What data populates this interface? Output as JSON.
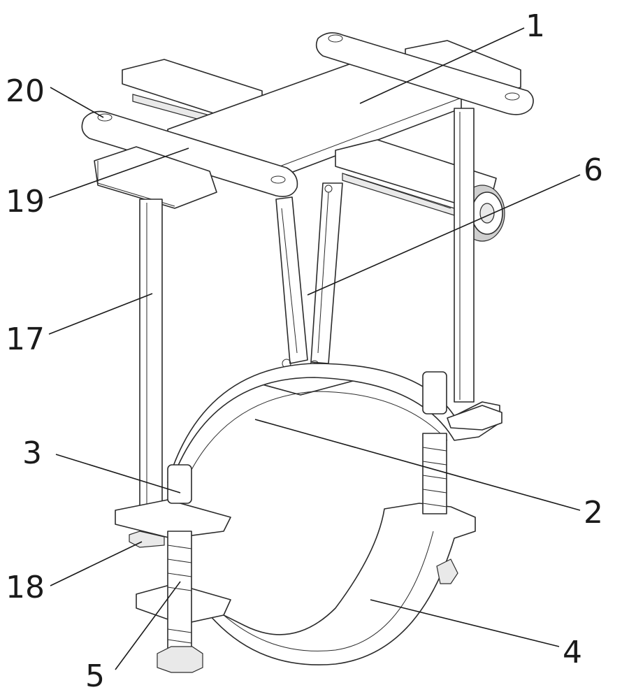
{
  "callouts": {
    "c1": "1",
    "c2": "2",
    "c3": "3",
    "c4": "4",
    "c5": "5",
    "c6": "6",
    "c17": "17",
    "c18": "18",
    "c19": "19",
    "c20": "20"
  },
  "colors": {
    "line": "#2b2b2b",
    "background": "#ffffff"
  }
}
